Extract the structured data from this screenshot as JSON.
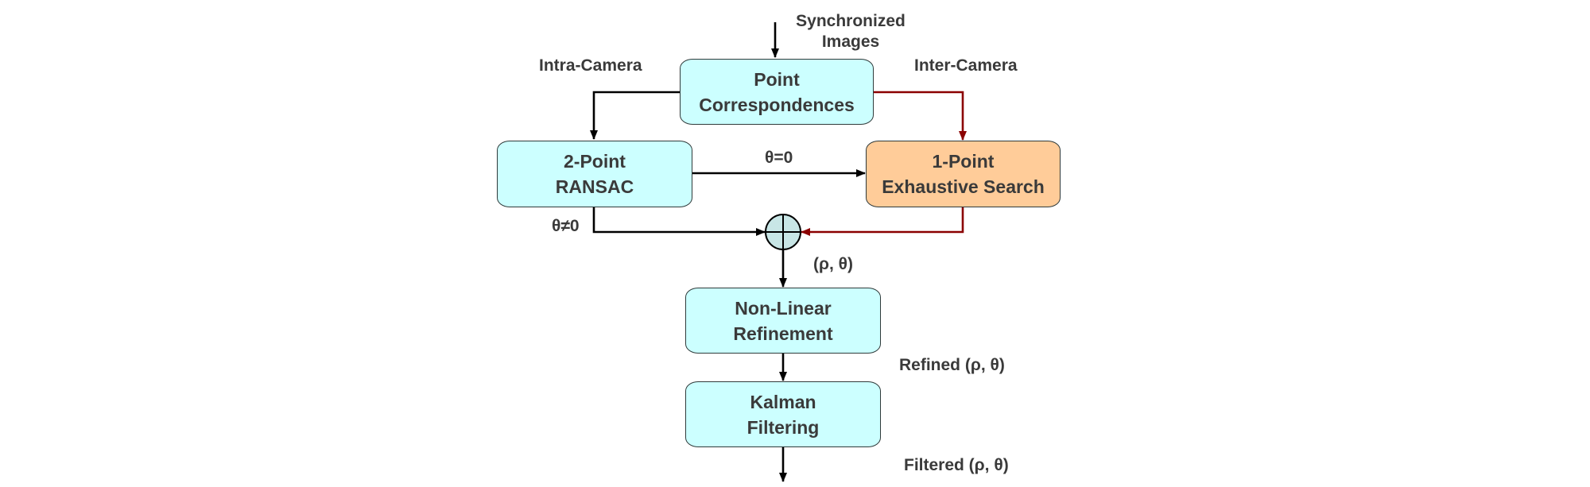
{
  "diagram": {
    "input_label_line1": "Synchronized",
    "input_label_line2": "Images",
    "intra_camera_label": "Intra-Camera",
    "inter_camera_label": "Inter-Camera",
    "theta_zero_label": "θ=0",
    "theta_nonzero_label": "θ≠0",
    "rho_theta_label": "(ρ, θ)",
    "refined_label": "Refined (ρ, θ)",
    "filtered_label": "Filtered (ρ, θ)",
    "nodes": {
      "point_correspondences": {
        "line1": "Point",
        "line2": "Correspondences"
      },
      "two_point_ransac": {
        "line1": "2-Point",
        "line2": "RANSAC"
      },
      "one_point_search": {
        "line1": "1-Point",
        "line2": "Exhaustive Search"
      },
      "non_linear_refinement": {
        "line1": "Non-Linear",
        "line2": "Refinement"
      },
      "kalman_filtering": {
        "line1": "Kalman",
        "line2": "Filtering"
      }
    },
    "colors": {
      "process_box": "#ccffff",
      "highlight_box": "#ffcc99",
      "inter_camera_arrow": "#8b0000",
      "default_arrow": "#000000",
      "summing_junction": "#c8e6e6"
    }
  }
}
